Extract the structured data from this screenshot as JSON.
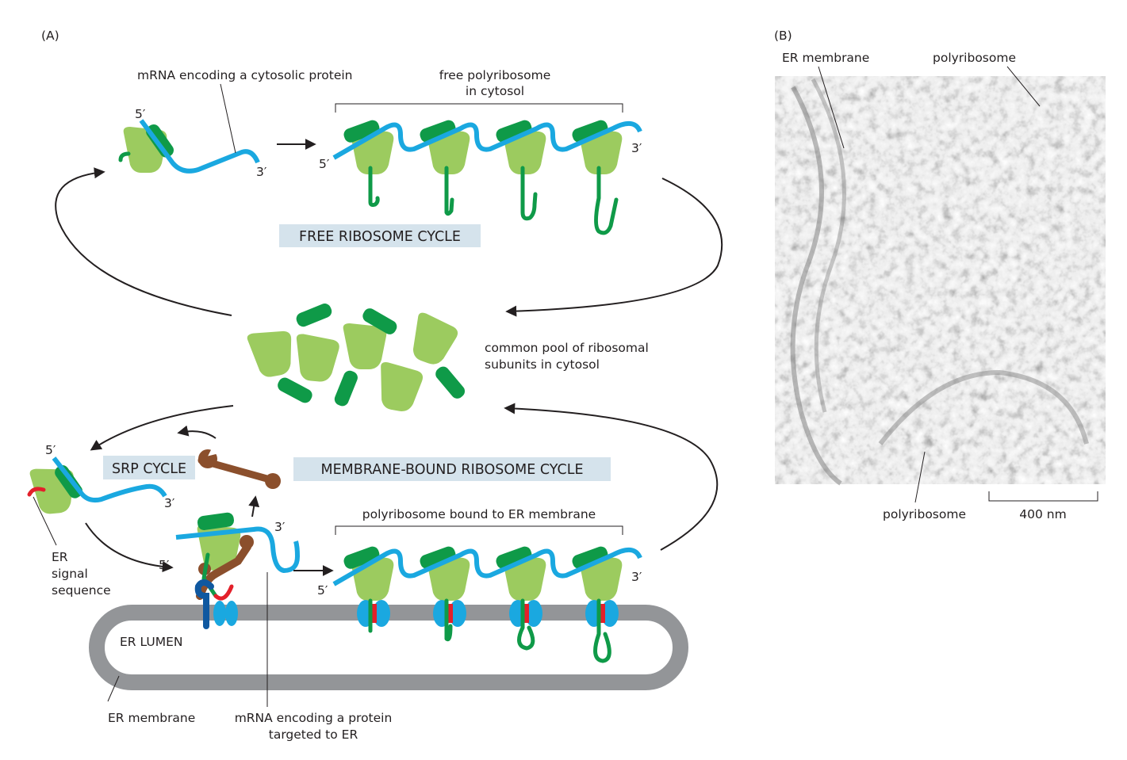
{
  "figure": {
    "panel_a_label": "(A)",
    "panel_b_label": "(B)"
  },
  "panel_a": {
    "labels": {
      "mrna_cytosolic": "mRNA encoding a cytosolic protein",
      "free_polyribosome_line1": "free polyribosome",
      "free_polyribosome_line2": "in cytosol",
      "common_pool_line1": "common pool of ribosomal",
      "common_pool_line2": "subunits in cytosol",
      "polyribosome_bound": "polyribosome bound to ER membrane",
      "er_signal_line1": "ER",
      "er_signal_line2": "signal",
      "er_signal_line3": "sequence",
      "er_lumen": "ER LUMEN",
      "er_membrane": "ER membrane",
      "mrna_er_line1": "mRNA encoding a protein",
      "mrna_er_line2": "targeted to ER",
      "five_prime": "5′",
      "three_prime": "3′"
    },
    "cycle_boxes": {
      "free": "FREE RIBOSOME CYCLE",
      "srp": "SRP CYCLE",
      "membrane": "MEMBRANE-BOUND RIBOSOME CYCLE"
    },
    "colors": {
      "large_subunit": "#9ccb5f",
      "small_subunit": "#0f9a48",
      "mrna": "#1aa8e0",
      "nascent_chain": "#0f9a48",
      "signal_sequence": "#e3202a",
      "srp": "#8b4f2c",
      "srp_receptor": "#0f58a0",
      "translocator": "#1aa8e0",
      "er_membrane": "#939598",
      "cycle_box_bg": "#d5e3ec"
    }
  },
  "panel_b": {
    "labels": {
      "er_membrane": "ER membrane",
      "polyribosome_top": "polyribosome",
      "polyribosome_bottom": "polyribosome"
    },
    "scale_bar": "400 nm"
  }
}
